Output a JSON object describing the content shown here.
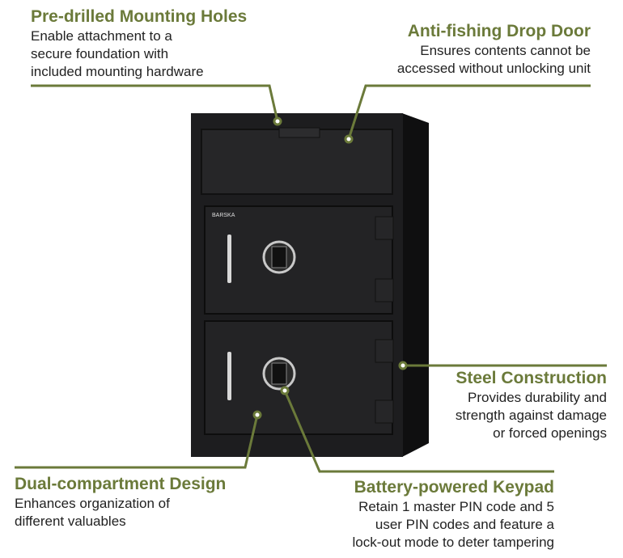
{
  "brand_logo": "BARSKA",
  "colors": {
    "accent": "#6b7a3a",
    "safe": "#1c1c1e"
  },
  "callouts": {
    "mounting": {
      "title": "Pre-drilled Mounting Holes",
      "lines": [
        "Enable attachment to a",
        "secure foundation with",
        "included mounting hardware"
      ]
    },
    "drop_door": {
      "title": "Anti-fishing Drop Door",
      "lines": [
        "Ensures contents cannot be",
        "accessed without unlocking unit"
      ]
    },
    "steel": {
      "title": "Steel Construction",
      "lines": [
        "Provides durability and",
        "strength against damage",
        "or forced openings"
      ]
    },
    "dual": {
      "title": "Dual-compartment Design",
      "lines": [
        "Enhances organization of",
        "different valuables"
      ]
    },
    "keypad": {
      "title": "Battery-powered Keypad",
      "lines": [
        "Retain 1 master PIN code and 5",
        "user PIN codes and feature a",
        "lock-out mode to deter tampering"
      ]
    }
  }
}
